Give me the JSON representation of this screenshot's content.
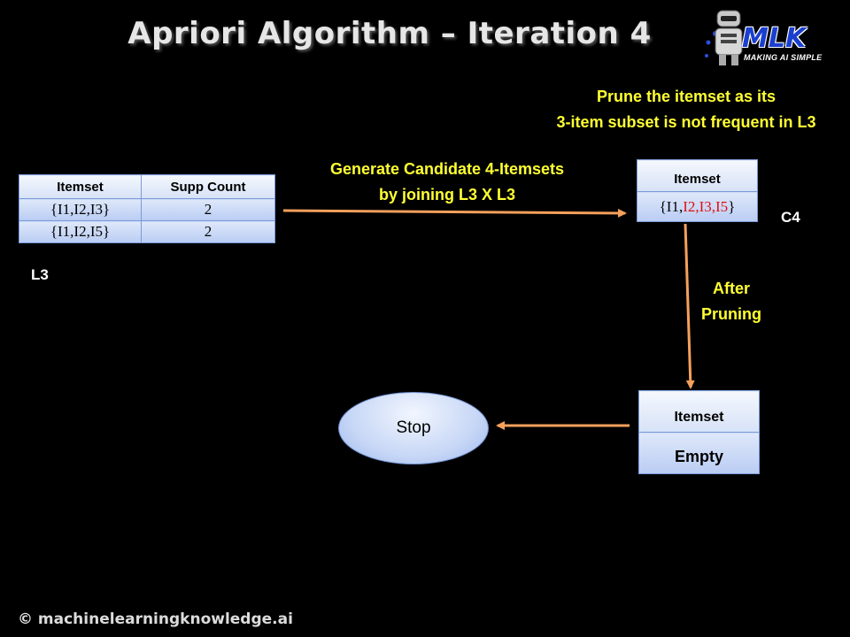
{
  "title": "Apriori Algorithm – Iteration 4",
  "logo": {
    "text": "MLK",
    "tagline": "MAKING AI SIMPLE"
  },
  "prune_note": {
    "line1": "Prune the itemset as its",
    "line2": "3-item subset is not frequent in L3"
  },
  "generate_note": {
    "line1": "Generate Candidate 4-Itemsets",
    "line2": "by joining L3 X L3"
  },
  "after_pruning": {
    "line1": "After",
    "line2": "Pruning"
  },
  "l3_table": {
    "label": "L3",
    "headers": [
      "Itemset",
      "Supp Count"
    ],
    "rows": [
      {
        "itemset": "{I1,I2,I3}",
        "count": "2"
      },
      {
        "itemset": "{I1,I2,I5}",
        "count": "2"
      }
    ]
  },
  "c4_table": {
    "label": "C4",
    "header": "Itemset",
    "row": {
      "open": "{I1,",
      "pruned": "I2,I3,I5",
      "close": "}"
    }
  },
  "result_table": {
    "header": "Itemset",
    "value": "Empty"
  },
  "stop_label": "Stop",
  "footer": "© machinelearningknowledge.ai",
  "colors": {
    "arrow": "#f5a05c",
    "note": "#ffff33",
    "pruned_text": "#e01010",
    "logo": "#1a3fcf"
  }
}
